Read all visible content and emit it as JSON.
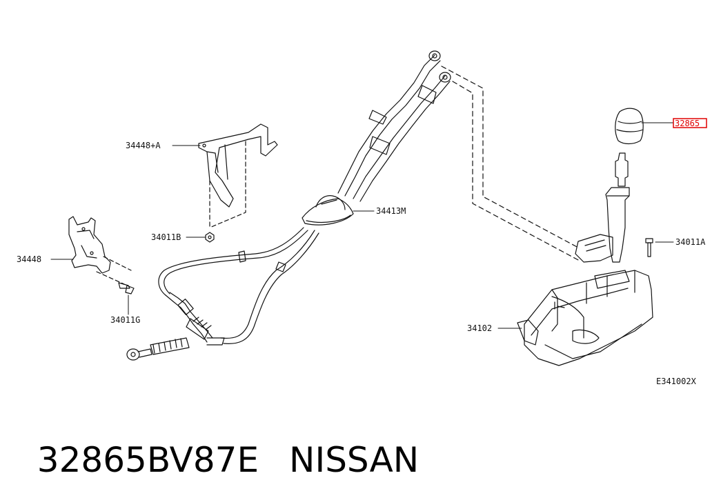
{
  "diagram": {
    "figure_code": "E341002X",
    "labels": {
      "p34448A": "34448+A",
      "p34011B": "34011B",
      "p34448": "34448",
      "p34011G": "34011G",
      "p34413M": "34413M",
      "p32865": "32865",
      "p34011A": "34011A",
      "p34102": "34102"
    },
    "highlight_color": "#e00000"
  },
  "caption": {
    "part_number": "32865BV87E",
    "brand": "NISSAN"
  }
}
